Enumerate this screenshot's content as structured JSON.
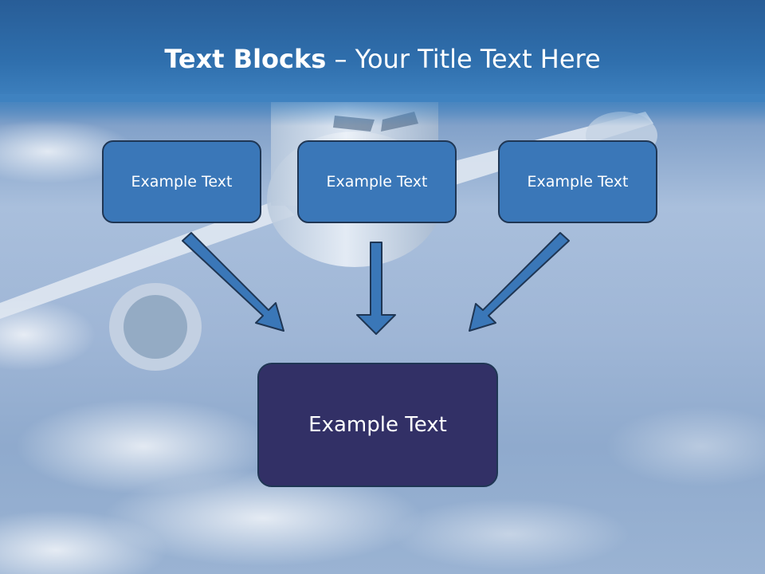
{
  "title": {
    "bold": "Text Blocks",
    "dash": " – ",
    "rest": "Your Title Text Here"
  },
  "blocks": [
    {
      "label": "Example Text"
    },
    {
      "label": "Example Text"
    },
    {
      "label": "Example Text"
    }
  ],
  "main_block": {
    "label": "Example Text"
  },
  "colors": {
    "header": "#2f6fad",
    "block_fill": "#3a77b8",
    "block_border": "#1f3654",
    "main_fill": "#323066",
    "arrow_fill": "#3a77b8"
  }
}
